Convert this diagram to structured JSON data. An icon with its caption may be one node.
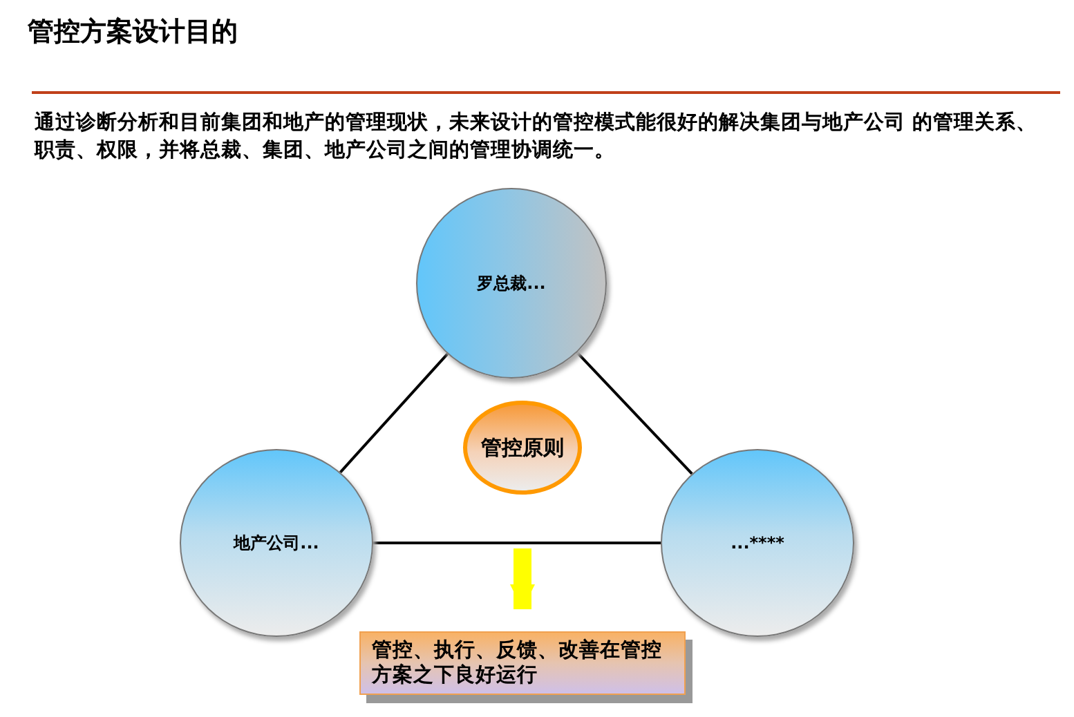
{
  "diagram": {
    "title": "管控方案设计目的",
    "nodes": [
      {
        "text": [
          "罗总裁..."
        ]
      },
      {
        "text": [
          "管控原则"
        ]
      },
      {
        "text": [
          "地产公司..."
        ]
      },
      {
        "text": [
          "...****"
        ]
      },
      {
        "text": [
          "管控、执行、反馈、改善在管控方案之下良好运行"
        ]
      }
    ],
    "edges": [
      {
        "from": 0,
        "to": 2,
        "arrow": "none"
      },
      {
        "from": 0,
        "to": 3,
        "arrow": "none"
      },
      {
        "from": 2,
        "to": 3,
        "arrow": "none"
      },
      {
        "from": null,
        "to": 4,
        "arrow": "to",
        "style": "thick",
        "color": "#ffff00"
      }
    ],
    "labels": [
      "通过诊断分析和目前集团和地产的管理现状，未来设计的管控模式能很好的解决集团与地产公司 的管理关系、职责、权限，并将总裁、集团、地产公司之间的管理协调统一。"
    ]
  }
}
